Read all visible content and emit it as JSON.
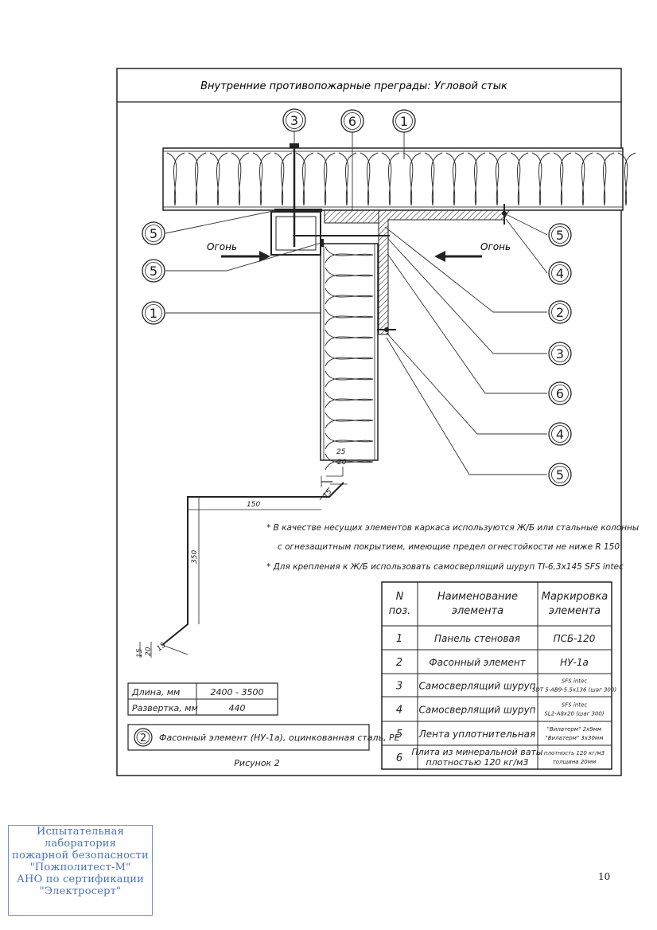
{
  "title": "Внутренние противопожарные преграды: Угловой стык",
  "fire_label": "Огонь",
  "callouts": [
    "3",
    "6",
    "1",
    "5",
    "5",
    "1",
    "5",
    "4",
    "2",
    "3",
    "6",
    "4",
    "5"
  ],
  "dimensions": {
    "d25": "25",
    "d20": "20",
    "d15a": "15",
    "d150": "150",
    "d350": "350",
    "d15b": "15",
    "d15c": "15",
    "d20b": "20"
  },
  "notes": [
    "* В качестве несущих элементов каркаса используются Ж/Б или стальные колонны",
    "с огнезащитным покрытием, имеющие предел огнестойкости не ниже R 150",
    "* Для крепления к Ж/Б использовать самосверлящий шуруп TI-6,3x145 SFS intec"
  ],
  "spec_table": {
    "headers": [
      [
        "N",
        "поз."
      ],
      [
        "Наименование",
        "элемента"
      ],
      [
        "Маркировка",
        "элемента"
      ]
    ],
    "rows": [
      {
        "pos": "1",
        "name": [
          "Панель стеновая"
        ],
        "mark": [
          "ПСБ-120"
        ]
      },
      {
        "pos": "2",
        "name": [
          "Фасонный элемент"
        ],
        "mark": [
          "НУ-1а"
        ]
      },
      {
        "pos": "3",
        "name": [
          "Самосверлящий шуруп"
        ],
        "mark": [
          "SFS intec",
          "SDT 5-AB9-5.5x136 (шаг 300)"
        ]
      },
      {
        "pos": "4",
        "name": [
          "Самосверлящий шуруп"
        ],
        "mark": [
          "SFS intec",
          "SL2-A8x20 (шаг 300)"
        ]
      },
      {
        "pos": "5",
        "name": [
          "Лента уплотнительная"
        ],
        "mark": [
          "\"Вилатерм\" 2x9мм",
          "\"Вилатерм\" 3x30мм"
        ]
      },
      {
        "pos": "6",
        "name": [
          "Плита из минеральной ваты",
          "плотностью 120 кг/м3"
        ],
        "mark": [
          "плотность 120 кг/м3",
          "толщина 20мм"
        ]
      }
    ]
  },
  "length_table": [
    [
      "Длина, мм",
      "2400 - 3500"
    ],
    [
      "Развертка, мм",
      "440"
    ]
  ],
  "element_caption": {
    "number": "2",
    "text": "Фасонный элемент (НУ-1а), оцинкованная сталь, PE"
  },
  "figure_caption": "Рисунок 2",
  "stamp_lines": [
    "Испытательная",
    "лаборатория",
    "пожарной безопасности",
    "\"Пожполитест-М\"",
    "АНО по сертификации",
    "\"Электросерт\""
  ],
  "page_number": "10"
}
